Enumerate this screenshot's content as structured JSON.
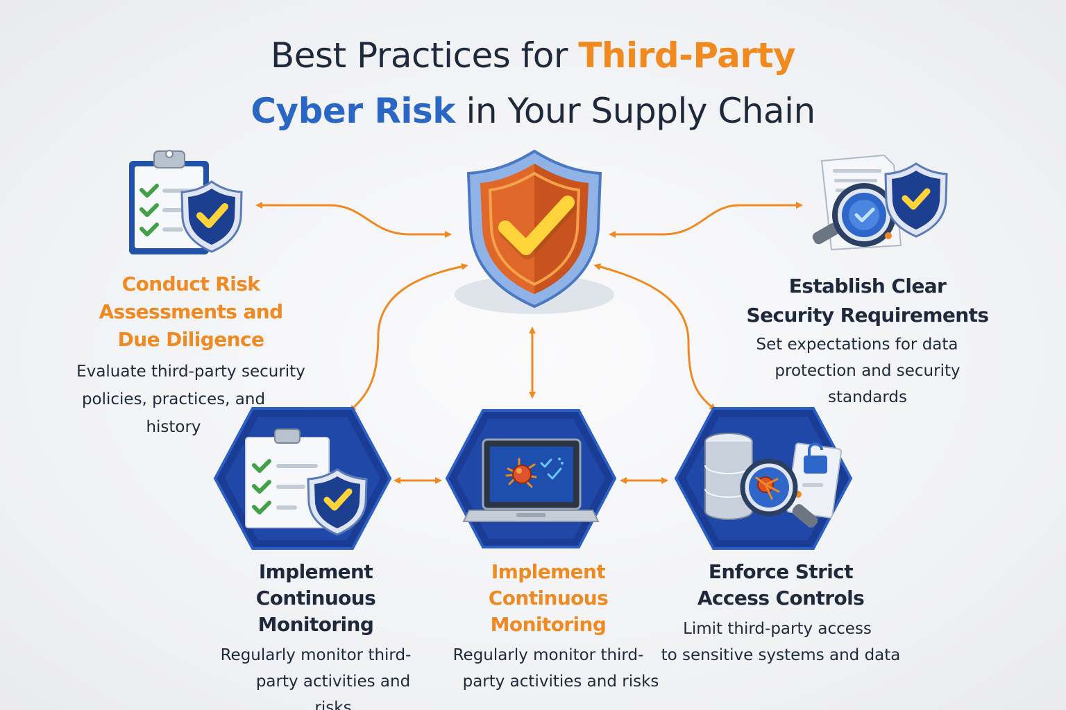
{
  "title": {
    "line1_prefix": "Best Practices for ",
    "line1_highlight": "Third-Party",
    "line2_highlight": "Cyber Risk",
    "line2_suffix": " in Your Supply Chain"
  },
  "colors": {
    "orange": "#ef8a22",
    "blue": "#2a66c4",
    "navy": "#1f3f96",
    "text": "#1e2a3b",
    "check_green": "#43a047"
  },
  "center": {
    "icon": "shield-check-icon"
  },
  "practices": [
    {
      "icon": "clipboard-shield-icon",
      "heading_lines": [
        "Conduct Risk",
        "Assessments and",
        "Due Diligence"
      ],
      "description_lines": [
        "Evaluate third-party security",
        "policies, practices, and",
        "history"
      ]
    },
    {
      "icon": "document-magnifier-shield-icon",
      "heading_lines": [
        "Establish Clear",
        "Security Requirements"
      ],
      "description_lines": [
        "Set expectations for data",
        "protection and security",
        "standards"
      ]
    },
    {
      "icon": "clipboard-shield-hexagon-icon",
      "heading_lines": [
        "Implement Continuous",
        "Monitoring"
      ],
      "description_lines": [
        "Regularly monitor third-",
        "party activities and risks"
      ]
    },
    {
      "icon": "laptop-bug-hexagon-icon",
      "heading_lines": [
        "Implement Continuous",
        "Monitoring"
      ],
      "description_lines": [
        "Regularly monitor third-",
        "party activities and risks"
      ]
    },
    {
      "icon": "database-lock-hexagon-icon",
      "heading_lines": [
        "Enforce Strict",
        "Access Controls"
      ],
      "description_lines": [
        "Limit third-party access",
        "to sensitive systems and data"
      ]
    }
  ]
}
